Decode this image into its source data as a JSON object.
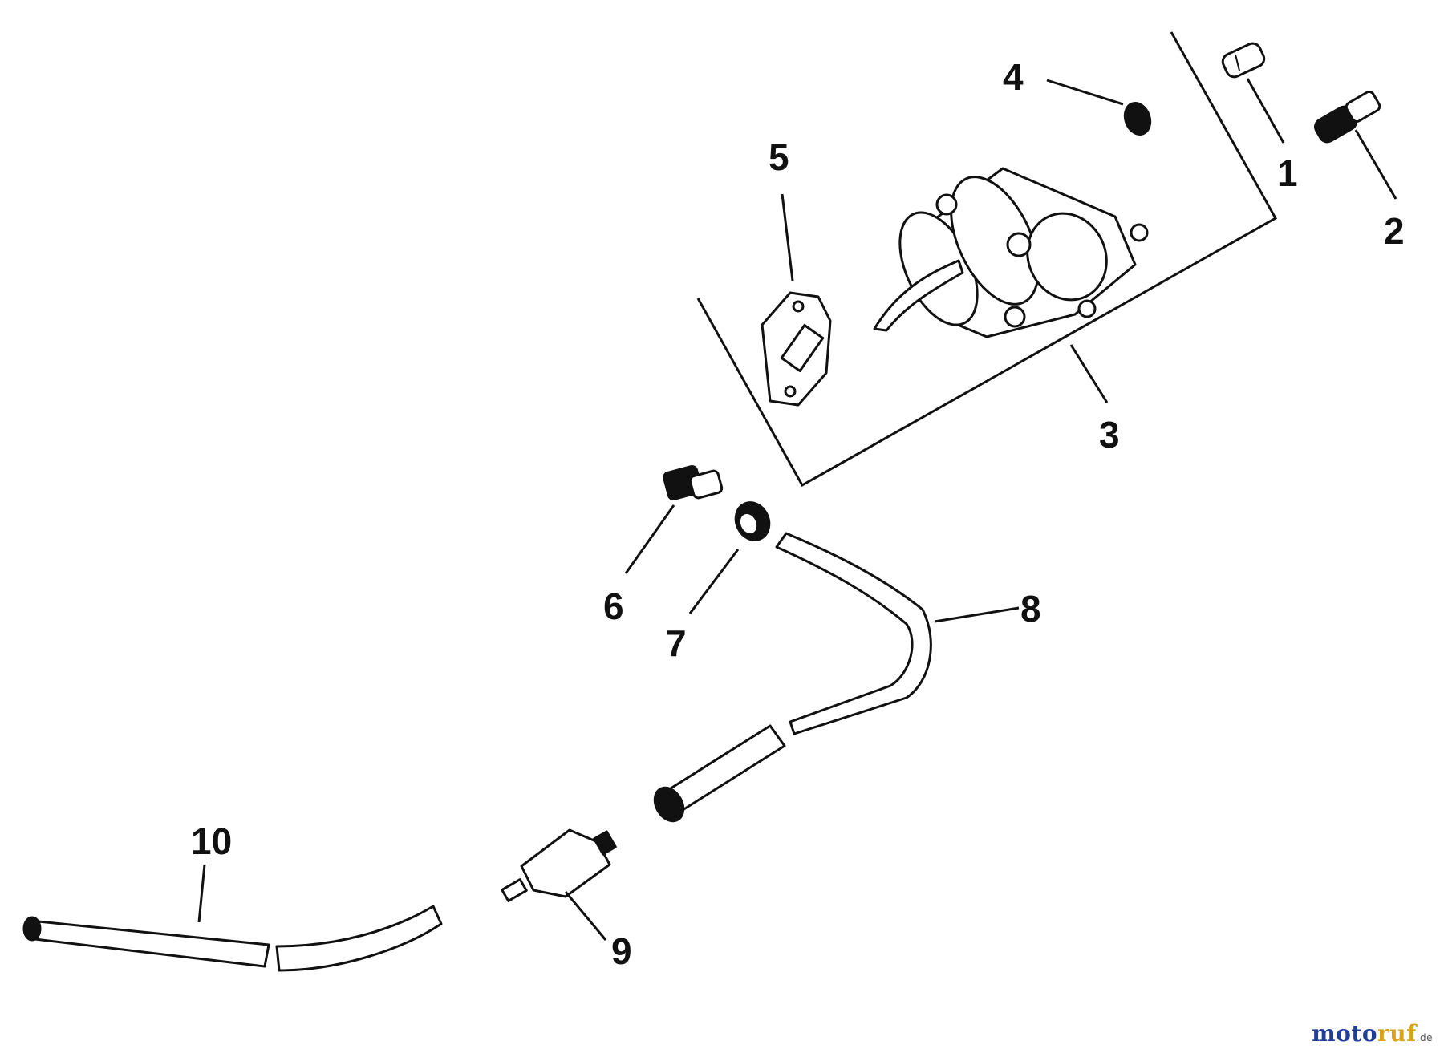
{
  "diagram": {
    "callouts": {
      "c1": "1",
      "c2": "2",
      "c3": "3",
      "c4": "4",
      "c5": "5",
      "c6": "6",
      "c7": "7",
      "c8": "8",
      "c9": "9",
      "c10": "10"
    }
  },
  "watermark": {
    "text_part1": "moto",
    "text_part2": "ruf",
    "suffix": ".de",
    "colors": {
      "part1": "#1f3f9a",
      "part2": "#d8a21a"
    }
  }
}
